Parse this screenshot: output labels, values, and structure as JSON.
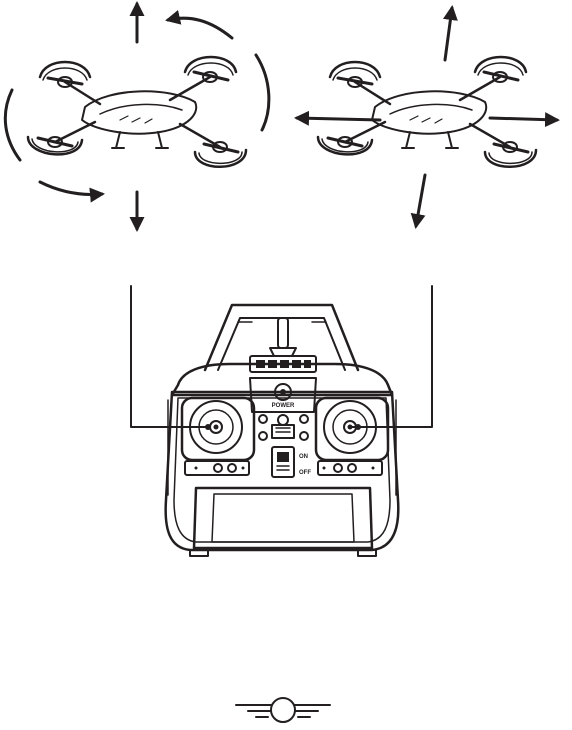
{
  "colors": {
    "ink": "#231f20",
    "background": "#ffffff"
  },
  "transmitter": {
    "power_label": "POWER",
    "switch_on_label": "ON",
    "switch_off_label": "OFF"
  },
  "left_drone": {
    "motions": [
      "up-arrow",
      "down-arrow",
      "rotate-left-arrow",
      "rotate-right-arrow"
    ]
  },
  "right_drone": {
    "motions": [
      "forward-arrow",
      "backward-arrow",
      "left-arrow",
      "right-arrow"
    ]
  },
  "icons": [
    "quadcopter-drone-icon",
    "remote-controller-icon",
    "drone-front-view-icon"
  ]
}
